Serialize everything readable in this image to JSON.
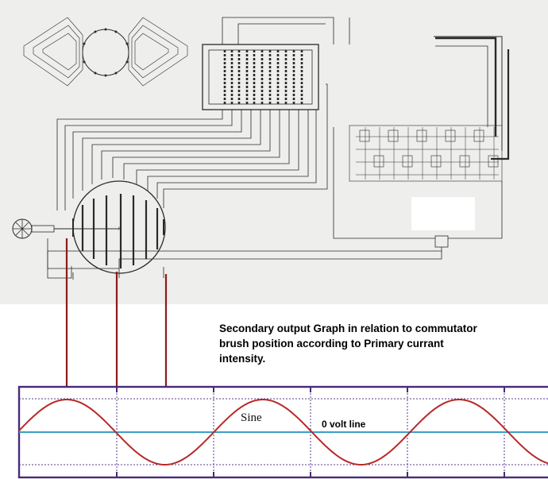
{
  "caption": {
    "line1": "Secondary output Graph in relation to commutator",
    "line2": "brush position according to Primary currant",
    "line3": "intensity."
  },
  "graph": {
    "sine_label": "Sine",
    "zero_line_label": "0 volt line",
    "colors": {
      "frame": "#4b2a7a",
      "sine": "#b82828",
      "zero_line": "#3aa0c8",
      "brush_lines": "#8a1c1c",
      "grid": "#5a3a8a"
    }
  },
  "diagram": {
    "colors": {
      "paper": "#eeeeec",
      "ink": "#2a2a2a"
    }
  }
}
